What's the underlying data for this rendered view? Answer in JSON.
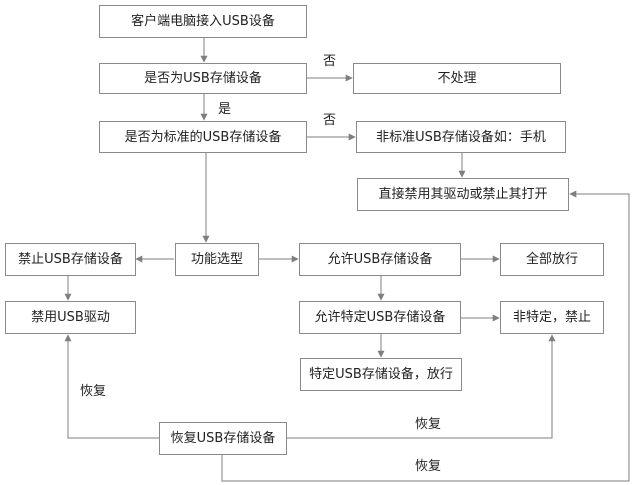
{
  "nodes": {
    "connect": "客户端电脑接入USB设备",
    "is_storage": "是否为USB存储设备",
    "ignore": "不处理",
    "is_standard": "是否为标准的USB存储设备",
    "non_standard": "非标准USB存储设备如：手机",
    "disable_driver_direct": "直接禁用其驱动或禁止其打开",
    "forbid_storage": "禁止USB存储设备",
    "function_select": "功能选型",
    "allow_storage": "允许USB存储设备",
    "allow_all": "全部放行",
    "disable_driver": "禁用USB驱动",
    "allow_specific": "允许特定USB存储设备",
    "non_specific_forbid": "非特定，禁止",
    "specific_pass": "特定USB存储设备，放行",
    "restore": "恢复USB存储设备"
  },
  "labels": {
    "no_1": "否",
    "yes_1": "是",
    "no_2": "否",
    "restore_1": "恢复",
    "restore_2": "恢复",
    "restore_3": "恢复"
  }
}
